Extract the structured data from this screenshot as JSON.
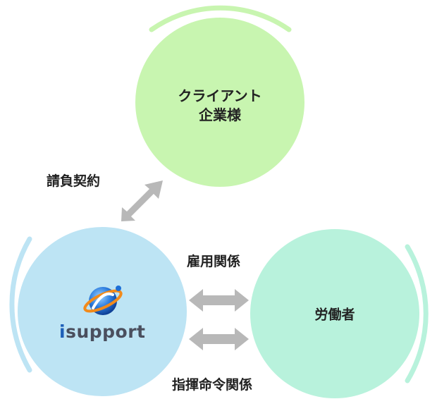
{
  "nodes": {
    "client": {
      "line1": "クライアント",
      "line2": "企業様"
    },
    "worker": {
      "label": "労働者"
    },
    "isupport": {
      "logo_text_i": "i",
      "logo_text_rest": "support"
    }
  },
  "relations": {
    "contract": "請負契約",
    "employment": "雇用関係",
    "command": "指揮命令関係"
  },
  "colors": {
    "client_fill": "#c8f5b0",
    "client_arc": "#c8f5b0",
    "isupport_fill": "#bde4f4",
    "isupport_arc": "#bde4f4",
    "worker_fill": "#b8f2dc",
    "worker_arc": "#b8f2dc",
    "arrow": "#b8b8b8"
  }
}
